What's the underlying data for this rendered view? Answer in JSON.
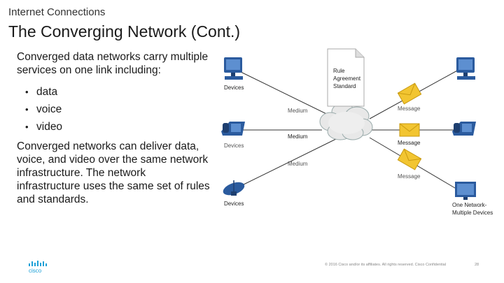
{
  "header": {
    "section": "Internet Connections",
    "title": "The Converging Network (Cont.)"
  },
  "content": {
    "intro": "Converged data networks carry multiple services on one link including:",
    "bullets": [
      "data",
      "voice",
      "video"
    ],
    "paragraph": "Converged networks can deliver data, voice, and video over the same network infrastructure. The network infrastructure uses the same set of rules and standards."
  },
  "diagram": {
    "labels": {
      "devices_top": "Devices",
      "devices_mid": "Devices",
      "devices_bottom": "Devices",
      "medium_1": "Medium",
      "medium_2": "Medium",
      "medium_3": "Medium",
      "message_1": "Message",
      "message_2": "Message",
      "message_3": "Message",
      "rule_line1": "Rule",
      "rule_line2": "Agreement",
      "rule_line3": "Standard",
      "one_network_line1": "One Network-",
      "one_network_line2": "Multiple Devices"
    },
    "icons": [
      "computer-icon",
      "phone-icon",
      "satellite-dish-icon",
      "document-icon",
      "cloud-icon",
      "envelope-icon",
      "tv-icon"
    ],
    "colors": {
      "envelope": "#f2c531",
      "device_blue": "#2b5b9e",
      "cloud": "#e6e6e6"
    }
  },
  "footer": {
    "logo": "cisco",
    "copyright": "© 2016 Cisco and/or its affiliates. All rights reserved.  Cisco Confidential",
    "page": "28"
  }
}
